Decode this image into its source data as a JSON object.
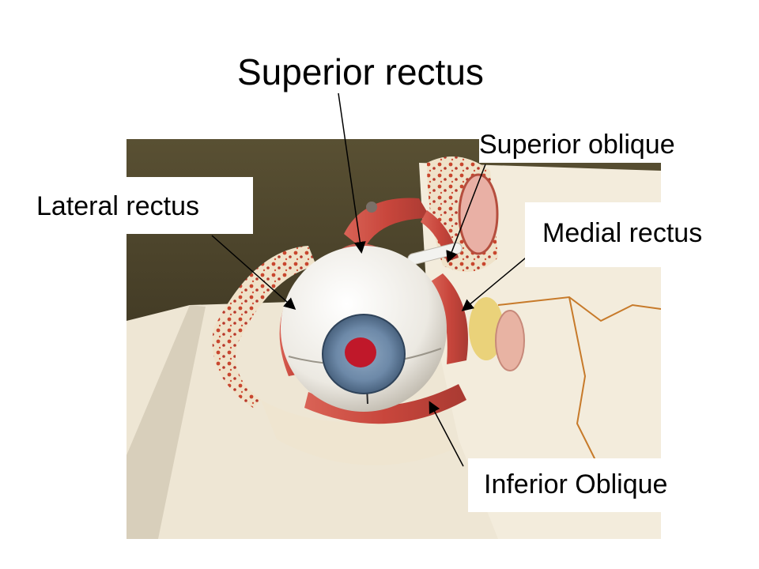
{
  "slide": {
    "title": "Superior rectus",
    "labels": {
      "superior_oblique": "Superior oblique",
      "lateral_rectus": "Lateral rectus",
      "medial_rectus": "Medial rectus",
      "inferior_oblique": "Inferior Oblique"
    }
  },
  "colors": {
    "background": "#ffffff",
    "text": "#000000",
    "photo_backdrop": "#3b3320",
    "model_base": "#f1ead8",
    "muscle_red": "#c8463c",
    "sclera": "#f4f2ee",
    "iris": "#6d89a8",
    "pupil": "#c0182a"
  },
  "photo": {
    "description_icon": "eye-anatomy-model-photo"
  }
}
